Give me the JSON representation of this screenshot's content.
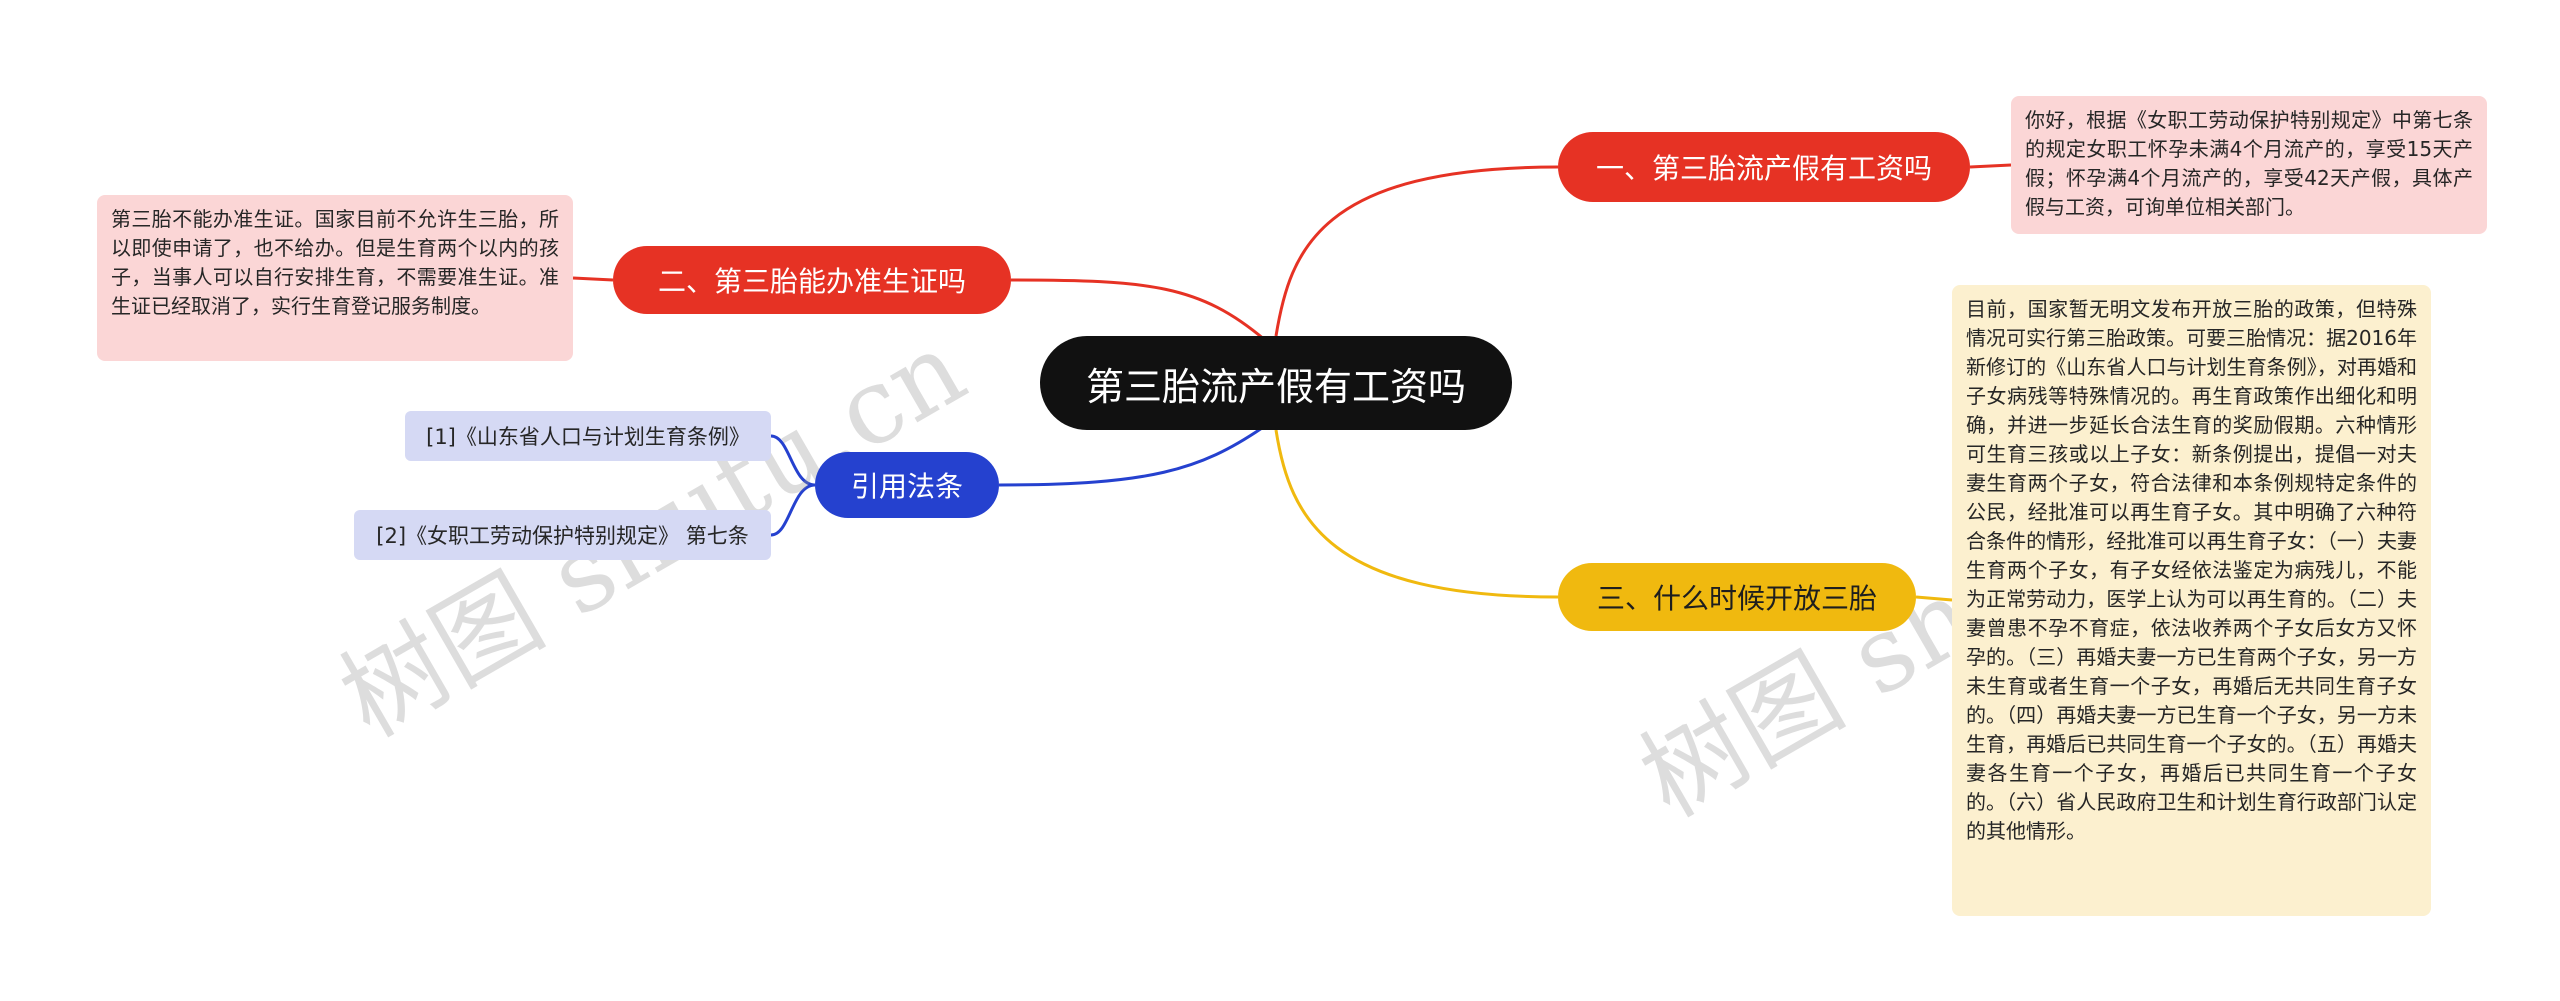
{
  "root": {
    "label": "第三胎流产假有工资吗"
  },
  "branches": {
    "b1": {
      "label": "一、第三胎流产假有工资吗",
      "color": "#e63224"
    },
    "b2": {
      "label": "二、第三胎能办准生证吗",
      "color": "#e63224"
    },
    "b3": {
      "label": "三、什么时候开放三胎",
      "color": "#f0b90f"
    },
    "b4": {
      "label": "引用法条",
      "color": "#2541cf"
    }
  },
  "leaves": {
    "l1": "你好，根据《女职工劳动保护特别规定》中第七条的规定女职工怀孕未满4个月流产的，享受15天产假；怀孕满4个月流产的，享受42天产假，具体产假与工资，可询单位相关部门。",
    "l2": "第三胎不能办准生证。国家目前不允许生三胎，所以即使申请了，也不给办。但是生育两个以内的孩子，当事人可以自行安排生育，不需要准生证。准生证已经取消了，实行生育登记服务制度。",
    "l3": "目前，国家暂无明文发布开放三胎的政策，但特殊情况可实行第三胎政策。可要三胎情况：据2016年新修订的《山东省人口与计划生育条例》，对再婚和子女病残等特殊情况的。再生育政策作出细化和明确，并进一步延长合法生育的奖励假期。六种情形可生育三孩或以上子女：新条例提出，提倡一对夫妻生育两个子女，符合法律和本条例规特定条件的公民，经批准可以再生育子女。其中明确了六种符合条件的情形，经批准可以再生育子女：（一）夫妻生育两个子女，有子女经依法鉴定为病残儿，不能为正常劳动力，医学上认为可以再生育的。（二）夫妻曾患不孕不育症，依法收养两个子女后女方又怀孕的。（三）再婚夫妻一方已生育两个子女，另一方未生育或者生育一个子女，再婚后无共同生育子女的。（四）再婚夫妻一方已生育一个子女，另一方未生育，再婚后已共同生育一个子女的。（五）再婚夫妻各生育一个子女，再婚后已共同生育一个子女的。（六）省人民政府卫生和计划生育行政部门认定的其他情形。"
  },
  "refs": {
    "r1": "[1]《山东省人口与计划生育条例》",
    "r2": "[2]《女职工劳动保护特别规定》 第七条"
  },
  "watermark": "树图 shutu.cn"
}
